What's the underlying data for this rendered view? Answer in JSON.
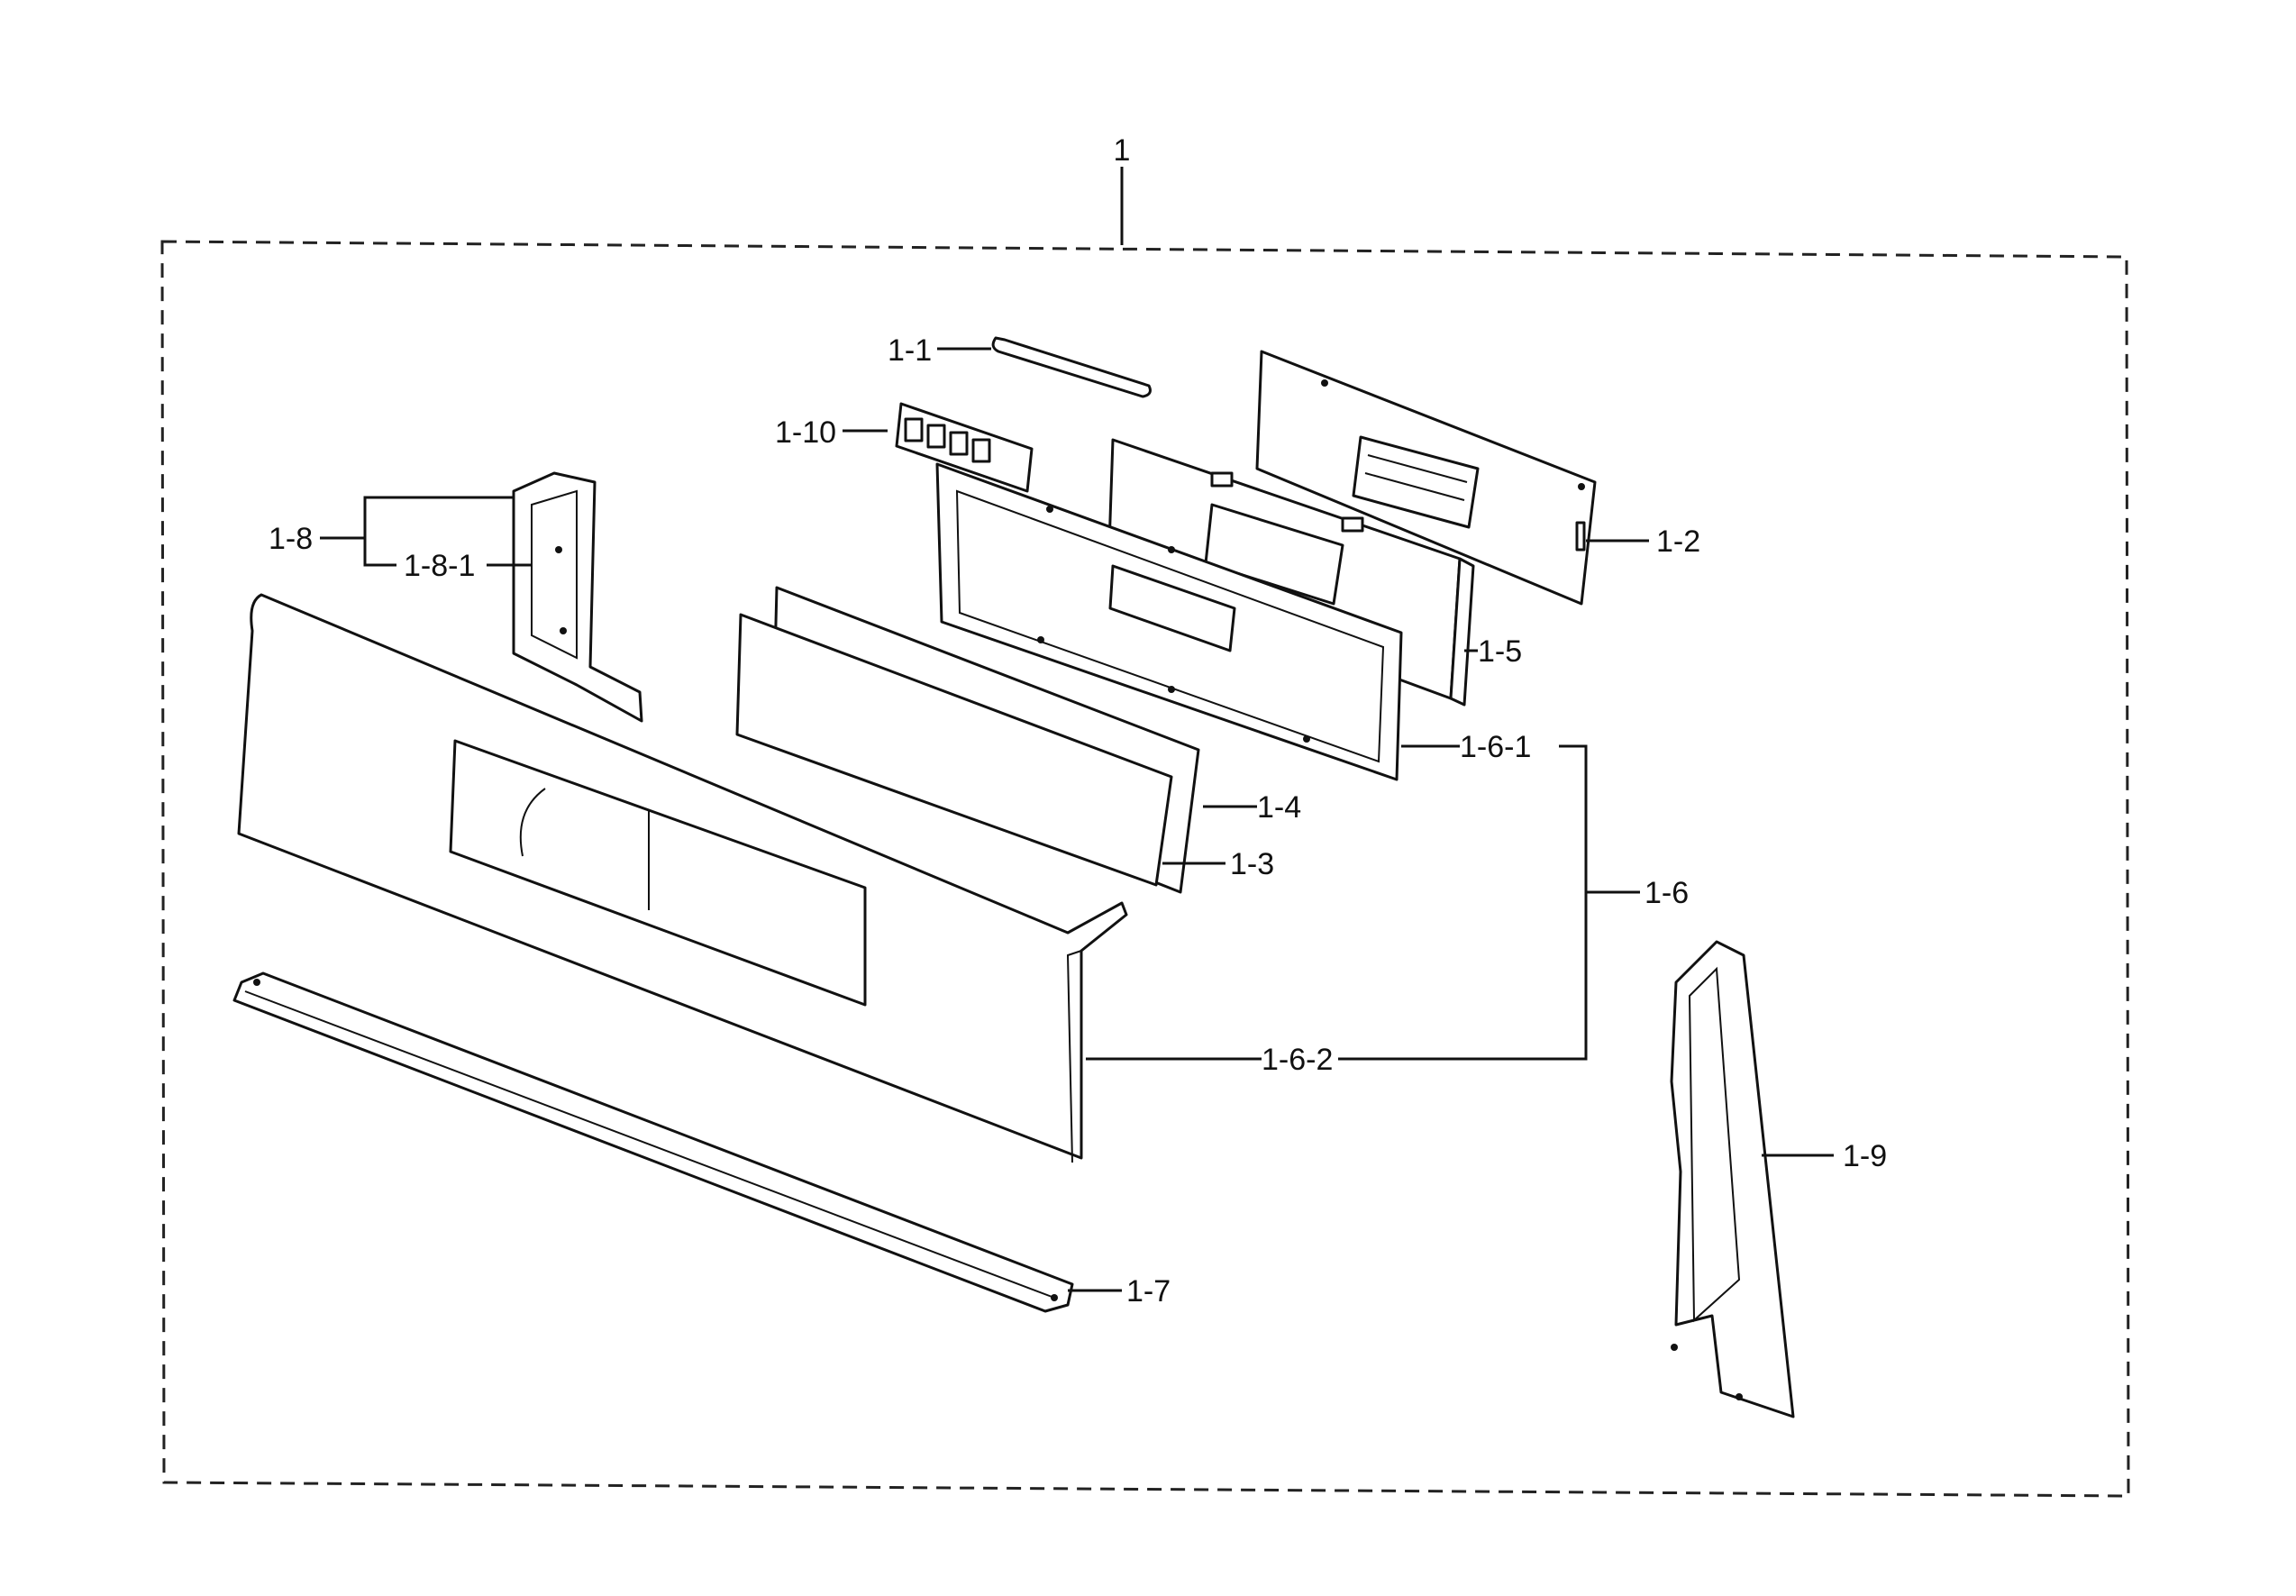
{
  "labels": {
    "assembly": "1",
    "p1_1": "1-1",
    "p1_2": "1-2",
    "p1_3": "1-3",
    "p1_4": "1-4",
    "p1_5": "1-5",
    "p1_6": "1-6",
    "p1_6_1": "1-6-1",
    "p1_6_2": "1-6-2",
    "p1_7": "1-7",
    "p1_8": "1-8",
    "p1_8_1": "1-8-1",
    "p1_9": "1-9",
    "p1_10": "1-10"
  }
}
